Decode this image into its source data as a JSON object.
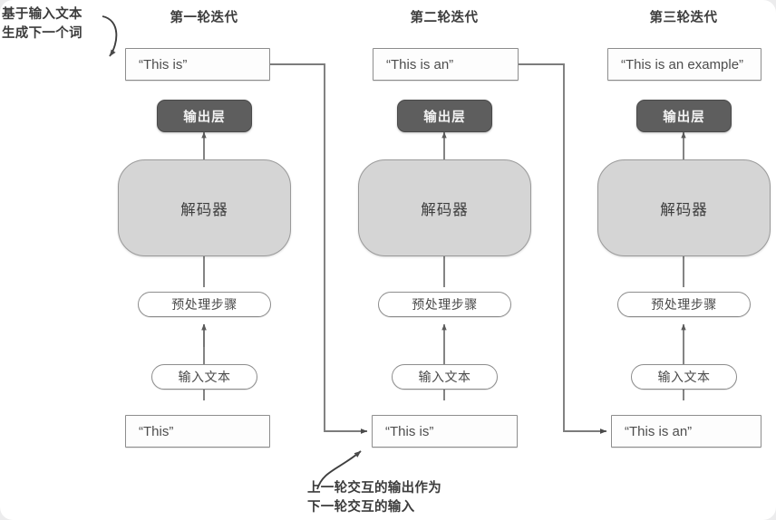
{
  "diagram": {
    "title_note_top_left": "基于输入文本\n生成下一个词",
    "note_bottom": "上一轮交互的输出作为\n下一轮交互的输入",
    "colors": {
      "page_background": "#ececed",
      "canvas": "#ffffff",
      "output_layer_fill": "#5e5e5e",
      "output_layer_text": "#f2f2f2",
      "decoder_fill": "#d5d5d5",
      "stroke": "#8d8d8d",
      "text": "#4a4a4a",
      "connector": "#7a7a7a"
    },
    "columns": [
      {
        "header": "第一轮迭代",
        "output_text": "“This is”",
        "output_layer": "输出层",
        "decoder": "解码器",
        "preprocess": "预处理步骤",
        "input_label": "输入文本",
        "input_text": "“This”"
      },
      {
        "header": "第二轮迭代",
        "output_text": "“This is an”",
        "output_layer": "输出层",
        "decoder": "解码器",
        "preprocess": "预处理步骤",
        "input_label": "输入文本",
        "input_text": "“This is”"
      },
      {
        "header": "第三轮迭代",
        "output_text": "“This is an example”",
        "output_layer": "输出层",
        "decoder": "解码器",
        "preprocess": "预处理步骤",
        "input_label": "输入文本",
        "input_text": "“This is an”"
      }
    ]
  }
}
